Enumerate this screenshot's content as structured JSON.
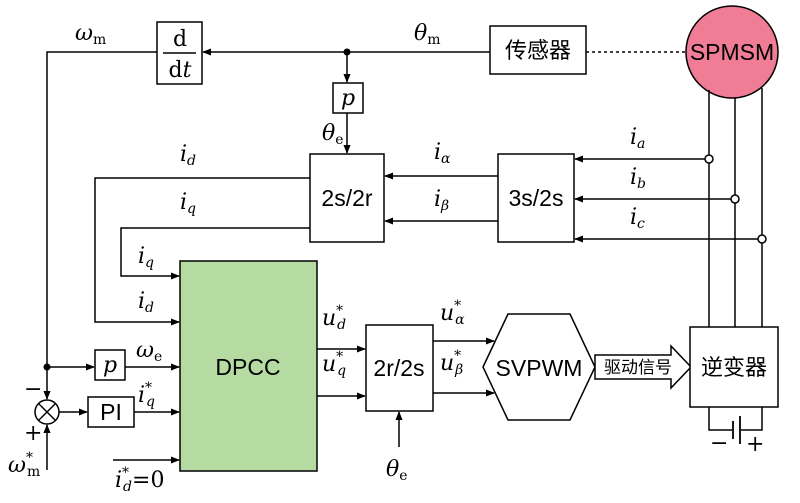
{
  "blocks": {
    "deriv_num": "d",
    "deriv_den": "dt",
    "sensor": "传感器",
    "motor": "SPMSM",
    "p_top": "p",
    "park": "2s/2r",
    "clarke": "3s/2s",
    "dpcc": "DPCC",
    "inv_park": "2r/2s",
    "svpwm": "SVPWM",
    "drive_signal": "驱动信号",
    "inverter": "逆变器",
    "p_mid": "p",
    "pi": "PI"
  },
  "signals": {
    "omega_m": {
      "base": "ω",
      "sub": "m"
    },
    "theta_m": {
      "base": "θ",
      "sub": "m"
    },
    "theta_e_top": {
      "base": "θ",
      "sub": "e"
    },
    "i_d_top": {
      "base": "i",
      "sub": "d"
    },
    "i_q_top": {
      "base": "i",
      "sub": "q"
    },
    "i_alpha": {
      "base": "i",
      "sub": "α"
    },
    "i_beta": {
      "base": "i",
      "sub": "β"
    },
    "i_a": {
      "base": "i",
      "sub": "a"
    },
    "i_b": {
      "base": "i",
      "sub": "b"
    },
    "i_c": {
      "base": "i",
      "sub": "c"
    },
    "i_q_in": {
      "base": "i",
      "sub": "q"
    },
    "i_d_in": {
      "base": "i",
      "sub": "d"
    },
    "omega_e": {
      "base": "ω",
      "sub": "e"
    },
    "iq_ref": {
      "base": "i",
      "sub": "q",
      "sup": "*"
    },
    "id_ref": {
      "base": "i",
      "sub": "d",
      "sup": "*",
      "suffix": "=0"
    },
    "ud_ref": {
      "base": "u",
      "sub": "d",
      "sup": "*"
    },
    "uq_ref": {
      "base": "u",
      "sub": "q",
      "sup": "*"
    },
    "ualpha_ref": {
      "base": "u",
      "sub": "α",
      "sup": "*"
    },
    "ubeta_ref": {
      "base": "u",
      "sub": "β",
      "sup": "*"
    },
    "theta_e_bottom": {
      "base": "θ",
      "sub": "e"
    },
    "omega_m_ref": {
      "base": "ω",
      "sub": "m",
      "sup": "*"
    }
  },
  "signs": {
    "minus": "−",
    "plus": "+",
    "dc_minus": "−",
    "dc_plus": "+"
  },
  "colors": {
    "dpcc_fill": "#b5dba3",
    "motor_fill": "#f07c96",
    "line": "#000000"
  }
}
